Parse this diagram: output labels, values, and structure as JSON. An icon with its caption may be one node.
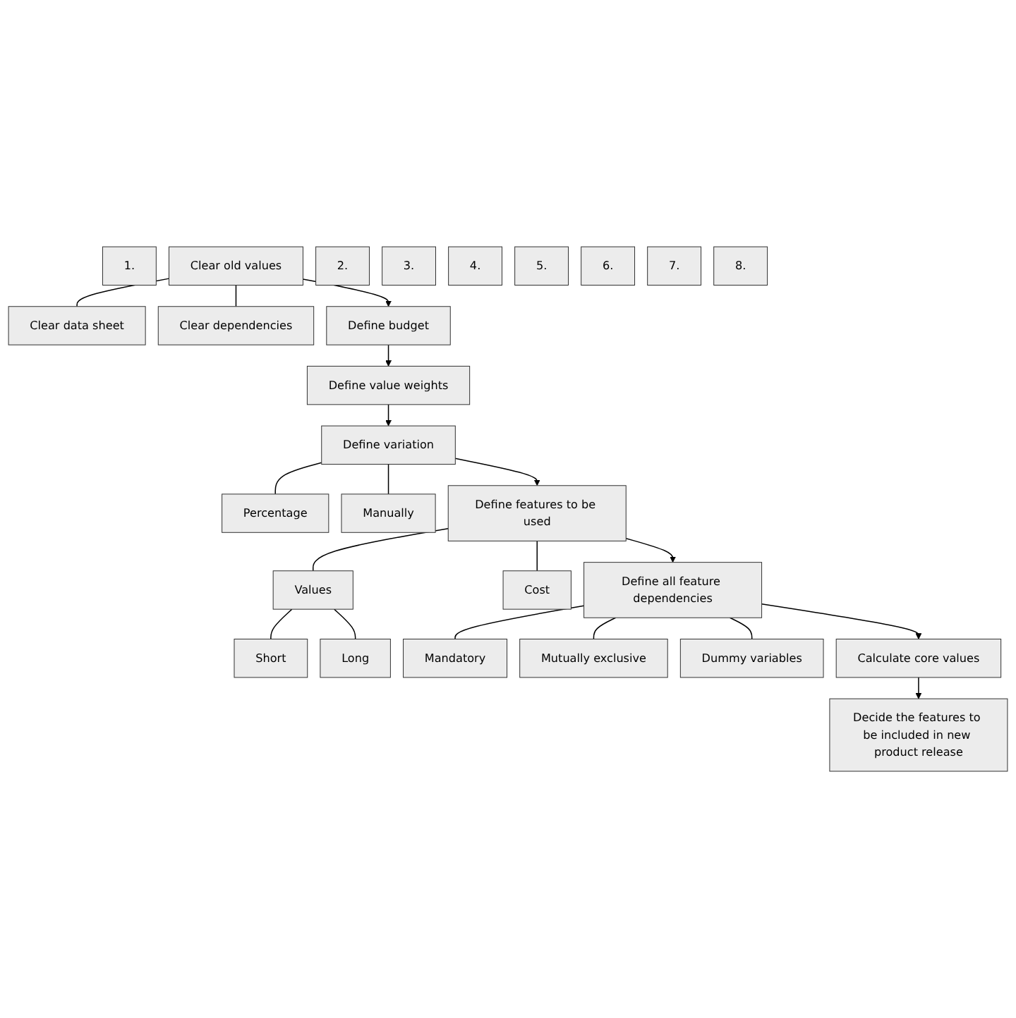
{
  "diagram": {
    "nodes": [
      {
        "text": [
          "1."
        ]
      },
      {
        "text": [
          "Clear old values"
        ]
      },
      {
        "text": [
          "Clear data sheet"
        ]
      },
      {
        "text": [
          "Clear dependencies"
        ]
      },
      {
        "text": [
          "2."
        ]
      },
      {
        "text": [
          "Define budget"
        ]
      },
      {
        "text": [
          "3."
        ]
      },
      {
        "text": [
          "Define value weights"
        ]
      },
      {
        "text": [
          "4."
        ]
      },
      {
        "text": [
          "Define variation"
        ]
      },
      {
        "text": [
          "Percentage"
        ]
      },
      {
        "text": [
          "Manually"
        ]
      },
      {
        "text": [
          "5."
        ]
      },
      {
        "text": [
          "Define features to be used"
        ]
      },
      {
        "text": [
          "Values"
        ]
      },
      {
        "text": [
          "Short"
        ]
      },
      {
        "text": [
          "Long"
        ]
      },
      {
        "text": [
          "Cost"
        ]
      },
      {
        "text": [
          "6."
        ]
      },
      {
        "text": [
          "Define all feature dependencies"
        ]
      },
      {
        "text": [
          "Mandatory"
        ]
      },
      {
        "text": [
          "Mutually exclusive"
        ]
      },
      {
        "text": [
          "Dummy variables"
        ]
      },
      {
        "text": [
          "7."
        ]
      },
      {
        "text": [
          "Calculate core values"
        ]
      },
      {
        "text": [
          "8."
        ]
      },
      {
        "text": [
          "Decide the features to be included in new product release"
        ]
      }
    ],
    "edges": [
      {
        "from": 1,
        "to": 5,
        "arrow": "to"
      },
      {
        "from": 1,
        "to": 2,
        "arrow": "none"
      },
      {
        "from": 1,
        "to": 3,
        "arrow": "none"
      },
      {
        "from": 5,
        "to": 7,
        "arrow": "to"
      },
      {
        "from": 7,
        "to": 9,
        "arrow": "to"
      },
      {
        "from": 9,
        "to": 10,
        "arrow": "none"
      },
      {
        "from": 9,
        "to": 11,
        "arrow": "none"
      },
      {
        "from": 9,
        "to": 13,
        "arrow": "to"
      },
      {
        "from": 13,
        "to": 14,
        "arrow": "none"
      },
      {
        "from": 13,
        "to": 17,
        "arrow": "none"
      },
      {
        "from": 14,
        "to": 15,
        "arrow": "none"
      },
      {
        "from": 14,
        "to": 16,
        "arrow": "none"
      },
      {
        "from": 13,
        "to": 19,
        "arrow": "to"
      },
      {
        "from": 19,
        "to": 20,
        "arrow": "none"
      },
      {
        "from": 19,
        "to": 21,
        "arrow": "none"
      },
      {
        "from": 19,
        "to": 22,
        "arrow": "none"
      },
      {
        "from": 19,
        "to": 24,
        "arrow": "to"
      },
      {
        "from": 24,
        "to": 26,
        "arrow": "to"
      }
    ]
  }
}
